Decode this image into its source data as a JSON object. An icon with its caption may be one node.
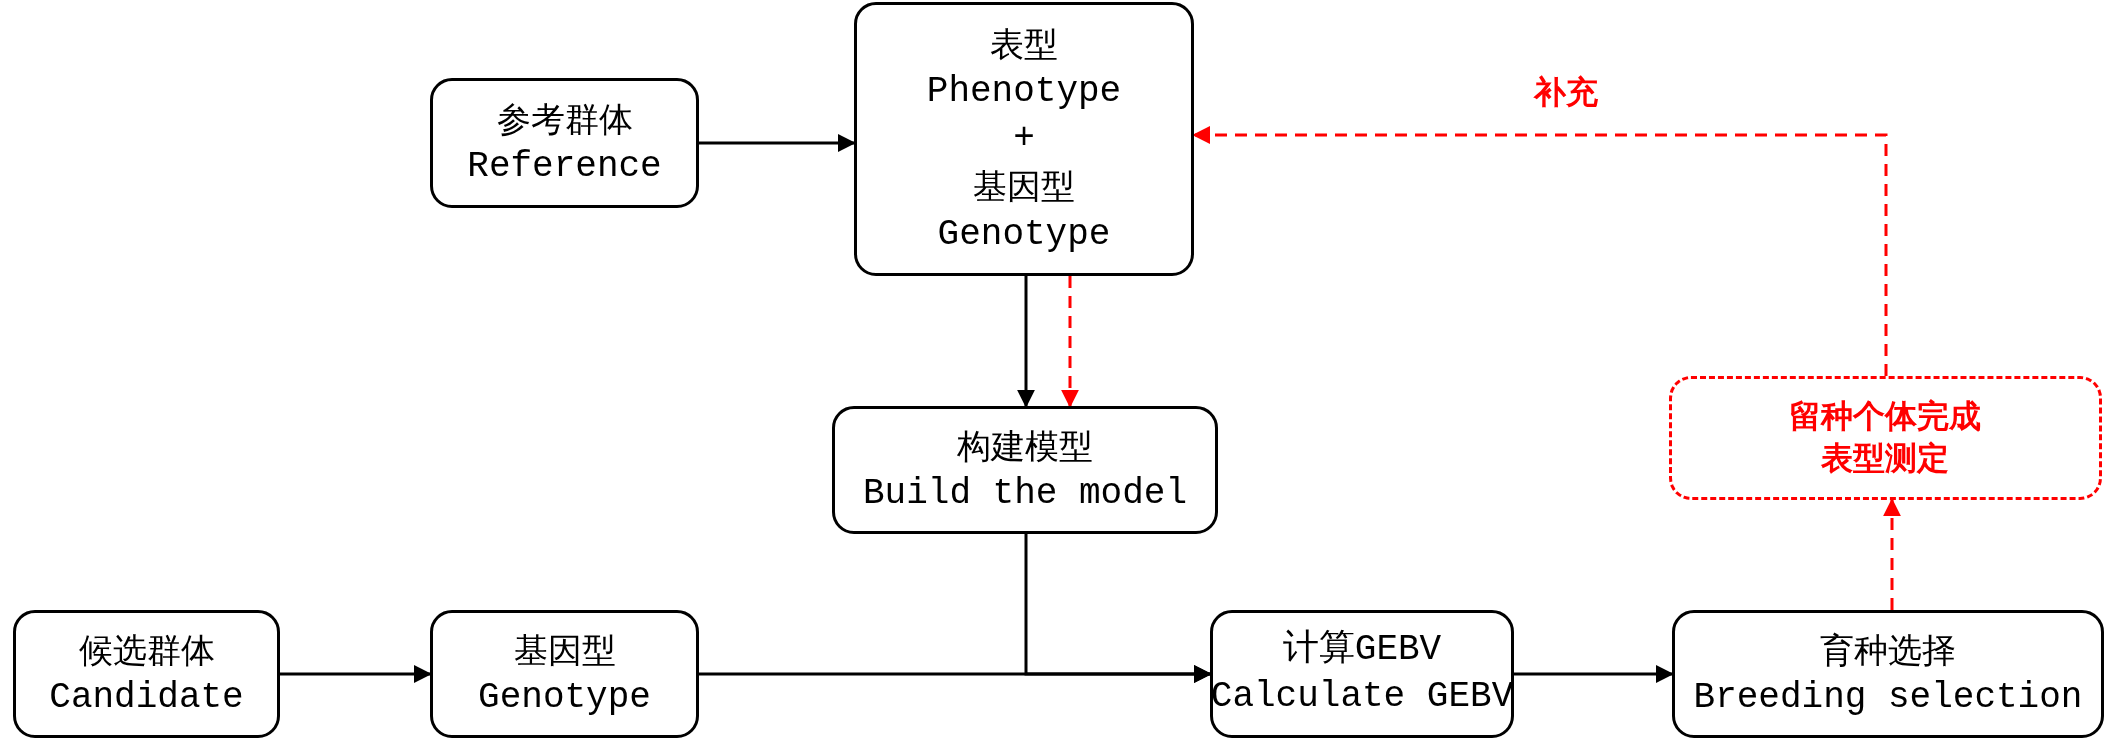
{
  "diagram": {
    "nodes": [
      {
        "text": [
          "参考群体",
          "Reference"
        ]
      },
      {
        "text": [
          "表型",
          "Phenotype",
          "+",
          "基因型",
          "Genotype"
        ]
      },
      {
        "text": [
          "构建模型",
          "Build the model"
        ]
      },
      {
        "text": [
          "候选群体",
          "Candidate"
        ]
      },
      {
        "text": [
          "基因型",
          "Genotype"
        ]
      },
      {
        "text": [
          "计算GEBV",
          "Calculate GEBV"
        ]
      },
      {
        "text": [
          "育种选择",
          "Breeding selection"
        ]
      },
      {
        "text": [
          "留种个体完成表型测定"
        ]
      }
    ],
    "edges": [
      {
        "from": 0,
        "to": 1,
        "arrow": "to"
      },
      {
        "from": 1,
        "to": 2,
        "arrow": "to"
      },
      {
        "from": 1,
        "to": 2,
        "arrow": "to",
        "style": "dashed",
        "color": "#ff0000"
      },
      {
        "from": 3,
        "to": 4,
        "arrow": "to"
      },
      {
        "from": 4,
        "to": 5,
        "arrow": "to"
      },
      {
        "from": 2,
        "to": 5,
        "arrow": "to"
      },
      {
        "from": 5,
        "to": 6,
        "arrow": "to"
      },
      {
        "from": 6,
        "to": 7,
        "arrow": "to",
        "style": "dashed",
        "color": "#ff0000"
      },
      {
        "from": 7,
        "to": 1,
        "arrow": "to",
        "style": "dashed",
        "color": "#ff0000",
        "label": "补充"
      }
    ]
  }
}
